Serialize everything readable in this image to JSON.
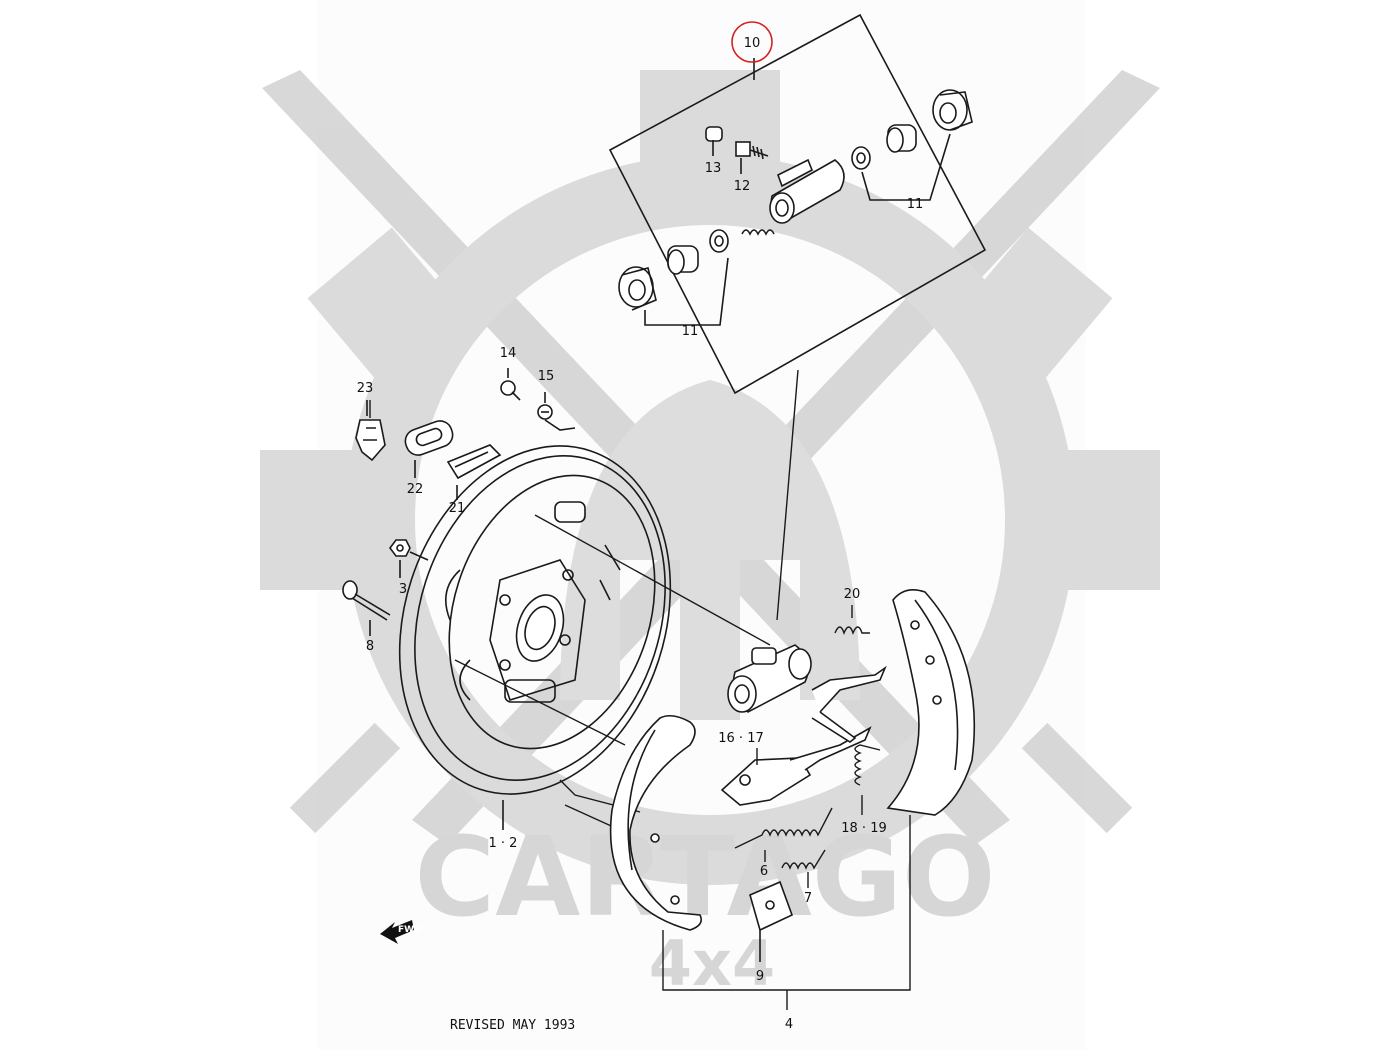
{
  "watermark": {
    "brand": "CARTAGO",
    "sub": "4x4",
    "color": "#d2d2d2"
  },
  "highlight": {
    "label": "10",
    "color": "#d62020"
  },
  "fwd_label": "FWD",
  "footer": "REVISED MAY 1993",
  "callouts": {
    "c1_2": "1 · 2",
    "c3": "3",
    "c4": "4",
    "c6": "6",
    "c7": "7",
    "c8": "8",
    "c9": "9",
    "c11a": "11",
    "c11b": "11",
    "c12": "12",
    "c13": "13",
    "c14": "14",
    "c15": "15",
    "c16_17": "16 · 17",
    "c18_19": "18 · 19",
    "c20": "20",
    "c21": "21",
    "c22": "22",
    "c23": "23"
  },
  "colors": {
    "line": "#1a1a1a",
    "paper": "#fcfcfc"
  }
}
